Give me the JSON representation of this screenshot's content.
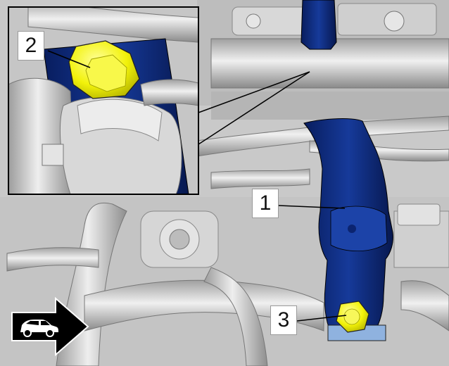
{
  "figure": {
    "callouts": [
      {
        "id": "1",
        "label": "1",
        "target": "engine-mount-bracket"
      },
      {
        "id": "2",
        "label": "2",
        "target": "upper-bolt"
      },
      {
        "id": "3",
        "label": "3",
        "target": "lower-bolt"
      }
    ],
    "direction_icon": "car-front-direction-icon",
    "colors": {
      "highlight_part": "#0d2a7a",
      "bolt": "#f2f20a",
      "background_metal": "#cfcfcf",
      "outline": "#000000"
    }
  }
}
